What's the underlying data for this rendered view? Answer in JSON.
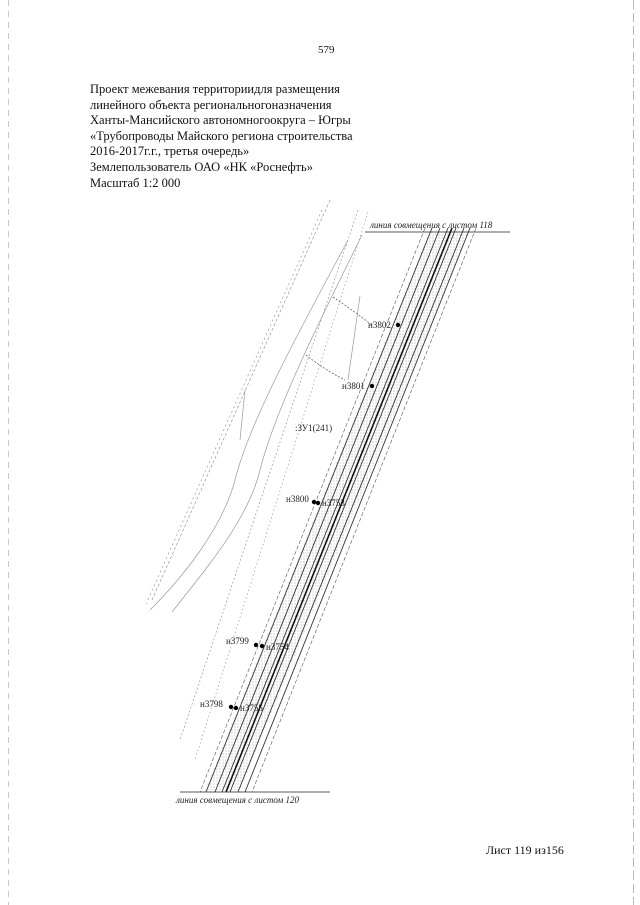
{
  "page_number": "579",
  "header": {
    "lines": [
      "Проект межевания территориидля размещения",
      "линейного объекта региональногоназначения",
      "Ханты-Мансийского автономногоокруга – Югры",
      "«Трубопроводы Майского региона строительства",
      "2016-2017г.г., третья очередь»",
      "Землепользователь ОАО «НК «Роснефть»",
      "Масштаб 1:2 000"
    ]
  },
  "map": {
    "top_label": "линия совмещения с листом 118",
    "bottom_label": "линия совмещения с листом 120",
    "parcel_label": ":ЗУ1(241)",
    "points": [
      {
        "name": "н3802"
      },
      {
        "name": "н3801"
      },
      {
        "name": "н3800"
      },
      {
        "name": "н3753"
      },
      {
        "name": "н3799"
      },
      {
        "name": "н3754"
      },
      {
        "name": "н3798"
      },
      {
        "name": "н3755"
      }
    ]
  },
  "footer": {
    "sheet": "Лист 119 из156"
  },
  "colors": {
    "ink": "#111111",
    "line": "#333333",
    "faint": "#9a9a9a"
  }
}
